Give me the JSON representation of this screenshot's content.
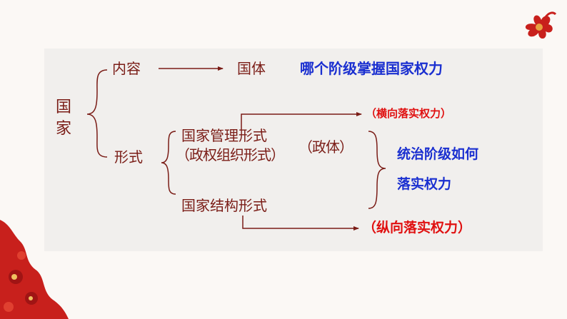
{
  "diagram": {
    "root": "国家",
    "branch_content": "内容",
    "guoti": "国体",
    "guoti_desc": "哪个阶级掌握国家权力",
    "branch_form": "形式",
    "management_form": "国家管理形式",
    "organization_form": "（政权组织形式）",
    "zhengti": "（政体）",
    "horizontal": "（横向落实权力）",
    "how_line1": "统治阶级如何",
    "how_line2": "落实权力",
    "structure_form": "国家结构形式",
    "vertical": "（纵向落实权力）"
  },
  "colors": {
    "dark_text": "#7a1c16",
    "blue_text": "#1a2fd0",
    "red_text": "#e01010",
    "decor_red": "#c8201c"
  }
}
